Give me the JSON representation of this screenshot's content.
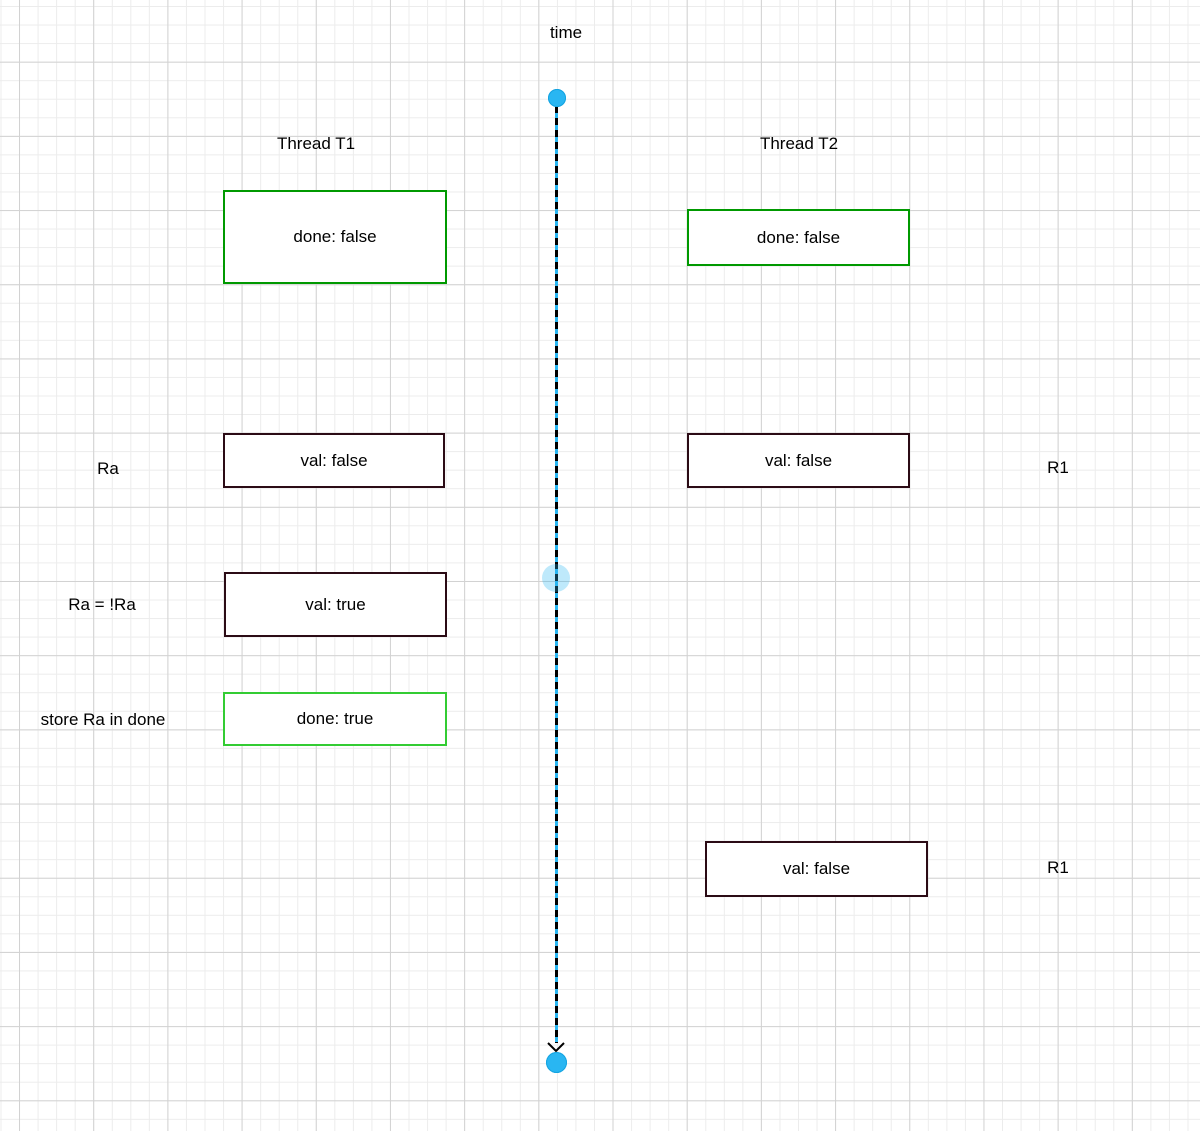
{
  "diagram": {
    "time_label": "time",
    "threads": {
      "t1": {
        "label": "Thread T1"
      },
      "t2": {
        "label": "Thread T2"
      }
    },
    "boxes": {
      "t1_done_initial": "done: false",
      "t2_done_initial": "done: false",
      "t1_val_initial": "val: false",
      "t2_val_read1": "val: false",
      "t1_val_updated": "val: true",
      "t1_done_final": "done: true",
      "t2_val_read2": "val: false"
    },
    "annotations": {
      "t1_read": "Ra",
      "t1_negate": "Ra = !Ra",
      "t1_store": "store Ra in done",
      "t2_read1": "R1",
      "t2_read2": "R1"
    },
    "colors": {
      "green_border": "#009900",
      "bright_green_border": "#33cc33",
      "dark_border": "#2b0b15",
      "selection_blue": "#29b6f2",
      "grid_minor": "#ececec",
      "grid_major": "#d2d2d2",
      "dash_black": "#000000"
    }
  }
}
